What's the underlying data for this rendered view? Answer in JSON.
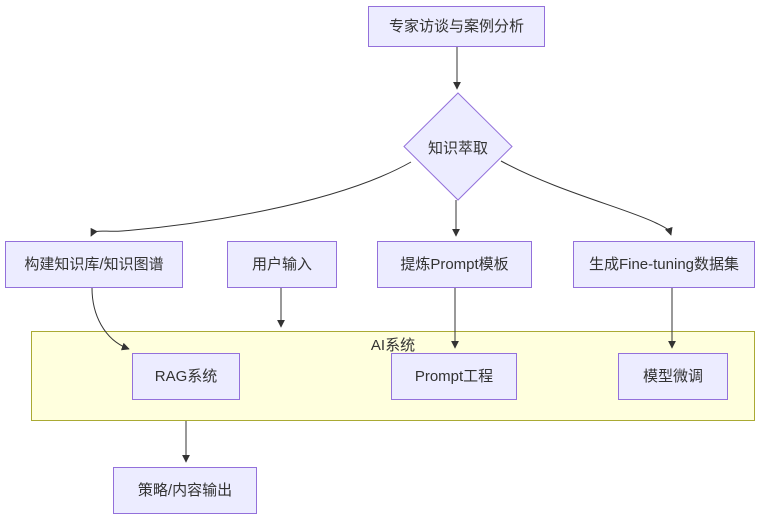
{
  "diagram": {
    "type": "flowchart",
    "direction": "top-down",
    "colors": {
      "background": "#FFFFFF",
      "node_fill": "#ECECFF",
      "node_border": "#9370DB",
      "container_fill": "#FFFFDE",
      "container_border": "#AAAA33",
      "edge": "#333333",
      "text": "#333333"
    },
    "nodes": {
      "expert_interview": {
        "label": "专家访谈与案例分析",
        "shape": "rect"
      },
      "knowledge_extraction": {
        "label": "知识萃取",
        "shape": "diamond"
      },
      "knowledge_base": {
        "label": "构建知识库/知识图谱",
        "shape": "rect"
      },
      "user_input": {
        "label": "用户输入",
        "shape": "rect"
      },
      "prompt_template": {
        "label": "提炼Prompt模板",
        "shape": "rect"
      },
      "finetuning_dataset": {
        "label": "生成Fine-tuning数据集",
        "shape": "rect"
      },
      "rag_system": {
        "label": "RAG系统",
        "shape": "rect"
      },
      "prompt_engineering": {
        "label": "Prompt工程",
        "shape": "rect"
      },
      "model_finetuning": {
        "label": "模型微调",
        "shape": "rect"
      },
      "strategy_output": {
        "label": "策略/内容输出",
        "shape": "rect"
      }
    },
    "container": {
      "label": "AI系统",
      "children": [
        "rag_system",
        "prompt_engineering",
        "model_finetuning"
      ]
    },
    "edges": [
      {
        "from": "expert_interview",
        "to": "knowledge_extraction"
      },
      {
        "from": "knowledge_extraction",
        "to": "knowledge_base"
      },
      {
        "from": "knowledge_extraction",
        "to": "prompt_template"
      },
      {
        "from": "knowledge_extraction",
        "to": "finetuning_dataset"
      },
      {
        "from": "knowledge_base",
        "to": "rag_system"
      },
      {
        "from": "user_input",
        "to": "ai_system_container"
      },
      {
        "from": "prompt_template",
        "to": "prompt_engineering"
      },
      {
        "from": "finetuning_dataset",
        "to": "model_finetuning"
      },
      {
        "from": "ai_system_container",
        "to": "strategy_output"
      }
    ]
  }
}
